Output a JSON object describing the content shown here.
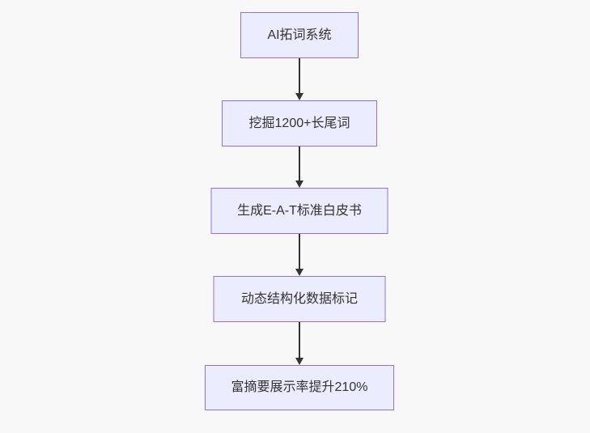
{
  "flowchart": {
    "direction": "top-down",
    "colors": {
      "background": "#f8f8f8",
      "node_fill": "#ECECFF",
      "node_border": "#9370DB",
      "edge": "#333333",
      "text": "#333333"
    },
    "nodes": [
      {
        "id": "ai-expansion-system",
        "label": "AI拓词系统"
      },
      {
        "id": "longtail-mining",
        "label": "挖掘1200+长尾词"
      },
      {
        "id": "eat-whitepaper",
        "label": "生成E-A-T标准白皮书"
      },
      {
        "id": "structured-data-markup",
        "label": "动态结构化数据标记"
      },
      {
        "id": "rich-snippet-result",
        "label": "富摘要展示率提升210%"
      }
    ],
    "edges": [
      {
        "from": 0,
        "to": 1
      },
      {
        "from": 1,
        "to": 2
      },
      {
        "from": 2,
        "to": 3
      },
      {
        "from": 3,
        "to": 4
      }
    ]
  }
}
